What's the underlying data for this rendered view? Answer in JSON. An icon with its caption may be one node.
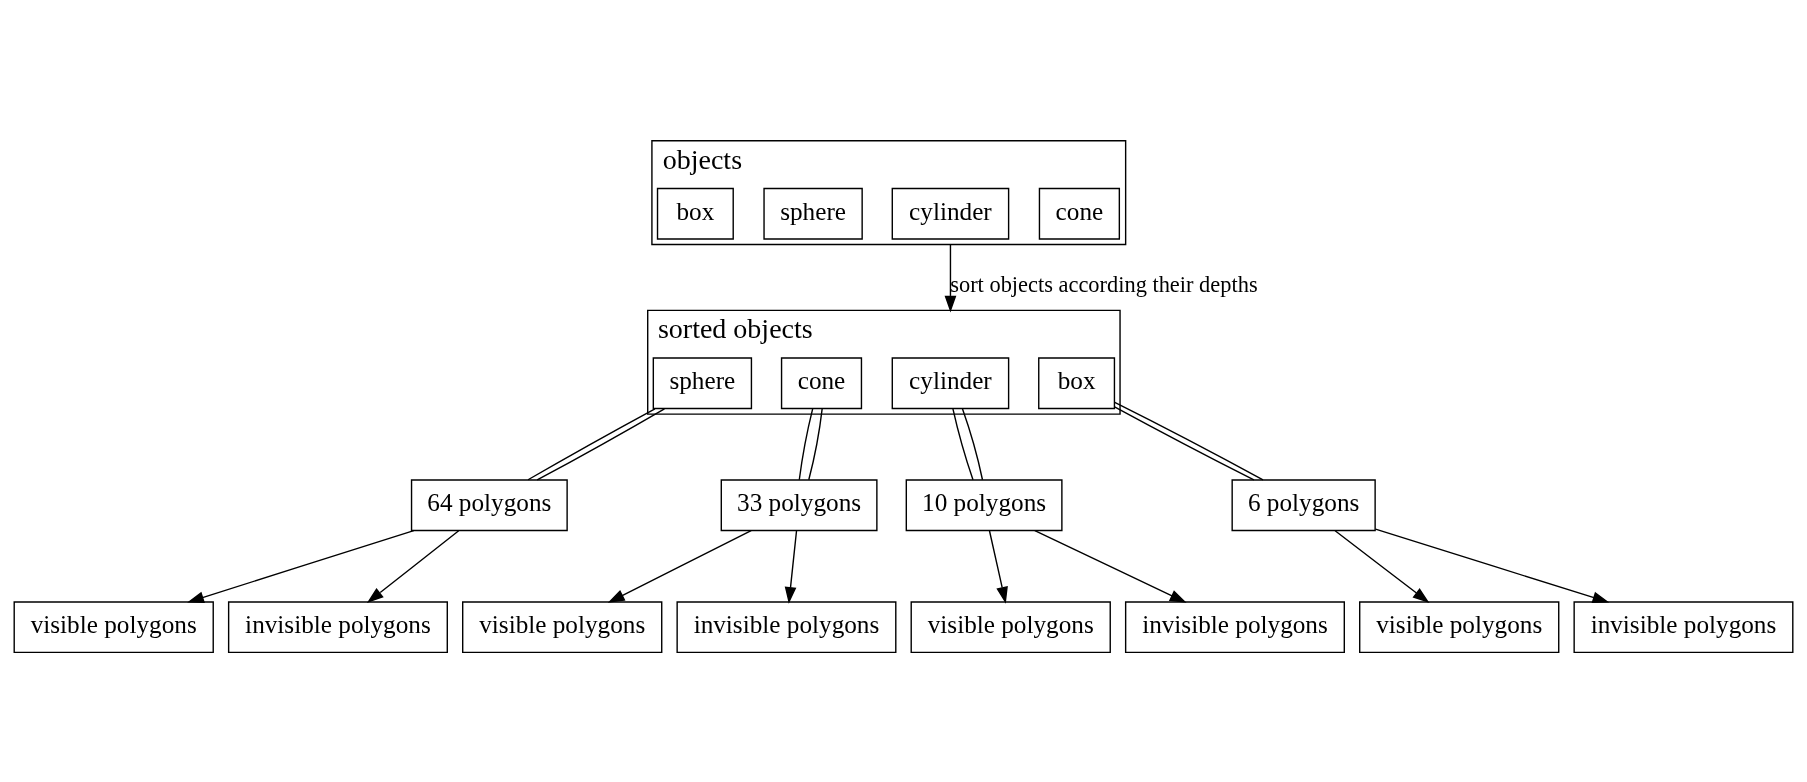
{
  "diagram": {
    "nodes": [
      {
        "text": [
          "objects"
        ]
      },
      {
        "text": [
          "box"
        ],
        "in": 0
      },
      {
        "text": [
          "sphere"
        ],
        "in": 0
      },
      {
        "text": [
          "cylinder"
        ],
        "in": 0
      },
      {
        "text": [
          "cone"
        ],
        "in": 0
      },
      {
        "text": [
          "sorted objects"
        ]
      },
      {
        "text": [
          "sphere"
        ],
        "in": 5
      },
      {
        "text": [
          "cone"
        ],
        "in": 5
      },
      {
        "text": [
          "cylinder"
        ],
        "in": 5
      },
      {
        "text": [
          "box"
        ],
        "in": 5
      },
      {
        "text": [
          "64 polygons"
        ]
      },
      {
        "text": [
          "33 polygons"
        ]
      },
      {
        "text": [
          "10 polygons"
        ]
      },
      {
        "text": [
          "6 polygons"
        ]
      },
      {
        "text": [
          "visible polygons"
        ]
      },
      {
        "text": [
          "invisible polygons"
        ]
      },
      {
        "text": [
          "visible polygons"
        ]
      },
      {
        "text": [
          "invisible polygons"
        ]
      },
      {
        "text": [
          "visible polygons"
        ]
      },
      {
        "text": [
          "invisible polygons"
        ]
      },
      {
        "text": [
          "visible polygons"
        ]
      },
      {
        "text": [
          "invisible polygons"
        ]
      }
    ],
    "edges": [
      {
        "from": 0,
        "to": 5,
        "arrow": "to",
        "label": "sort objects according their depths"
      },
      {
        "from": 6,
        "to": 10,
        "arrow": "none"
      },
      {
        "from": 6,
        "to": 10,
        "arrow": "none"
      },
      {
        "from": 7,
        "to": 11,
        "arrow": "none"
      },
      {
        "from": 7,
        "to": 11,
        "arrow": "none"
      },
      {
        "from": 8,
        "to": 12,
        "arrow": "none"
      },
      {
        "from": 8,
        "to": 12,
        "arrow": "none"
      },
      {
        "from": 9,
        "to": 13,
        "arrow": "none"
      },
      {
        "from": 9,
        "to": 13,
        "arrow": "none"
      },
      {
        "from": 10,
        "to": 14,
        "arrow": "to"
      },
      {
        "from": 10,
        "to": 15,
        "arrow": "to"
      },
      {
        "from": 11,
        "to": 16,
        "arrow": "to"
      },
      {
        "from": 11,
        "to": 17,
        "arrow": "to"
      },
      {
        "from": 12,
        "to": 18,
        "arrow": "to"
      },
      {
        "from": 12,
        "to": 19,
        "arrow": "to"
      },
      {
        "from": 13,
        "to": 20,
        "arrow": "to"
      },
      {
        "from": 13,
        "to": 21,
        "arrow": "to"
      }
    ]
  }
}
